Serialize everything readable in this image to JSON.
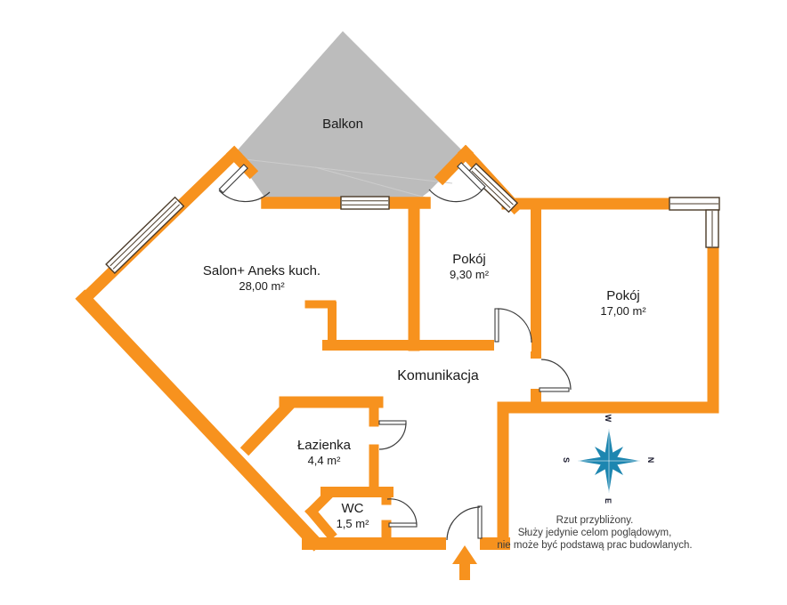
{
  "plan": {
    "balcony_label": "Balkon",
    "rooms": [
      {
        "name": "Salon+ Aneks kuch.",
        "area": "28,00 m²"
      },
      {
        "name": "Pokój",
        "area": "9,30 m²"
      },
      {
        "name": "Pokój",
        "area": "17,00 m²"
      },
      {
        "name": "Komunikacja",
        "area": ""
      },
      {
        "name": "Łazienka",
        "area": "4,4 m²"
      },
      {
        "name": "WC",
        "area": "1,5 m²"
      }
    ],
    "compass": {
      "n": "N",
      "e": "E",
      "s": "S",
      "w": "W"
    },
    "disclaimer": [
      "Rzut przybliżony.",
      "Służy jedynie celom poglądowym,",
      "nie może być podstawą prac budowlanych."
    ],
    "colors": {
      "wall": "#F7921E",
      "balcony": "#BCBCBC",
      "compass": "#1D86B0",
      "window_frame": "#4A3A28",
      "door_line": "#3C3C3C",
      "text": "#1A1A1A",
      "disclaimer": "#3C3C3C"
    }
  }
}
